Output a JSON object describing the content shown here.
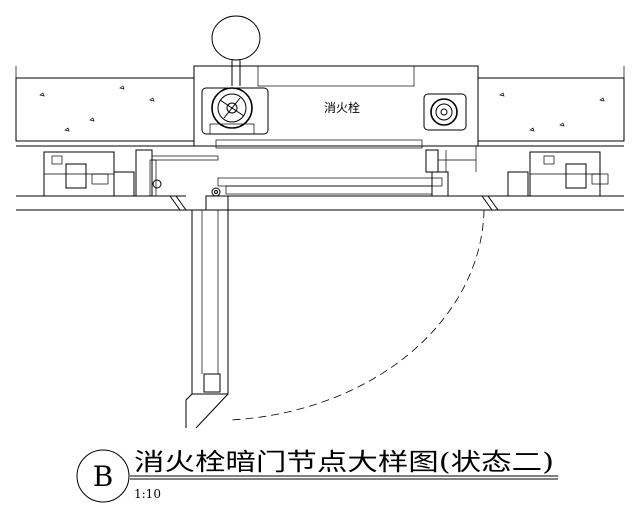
{
  "diagram": {
    "cabinet_label": "消火栓",
    "title": "消火栓暗门节点大样图(状态二)",
    "section_letter": "B",
    "scale": "1:10"
  }
}
